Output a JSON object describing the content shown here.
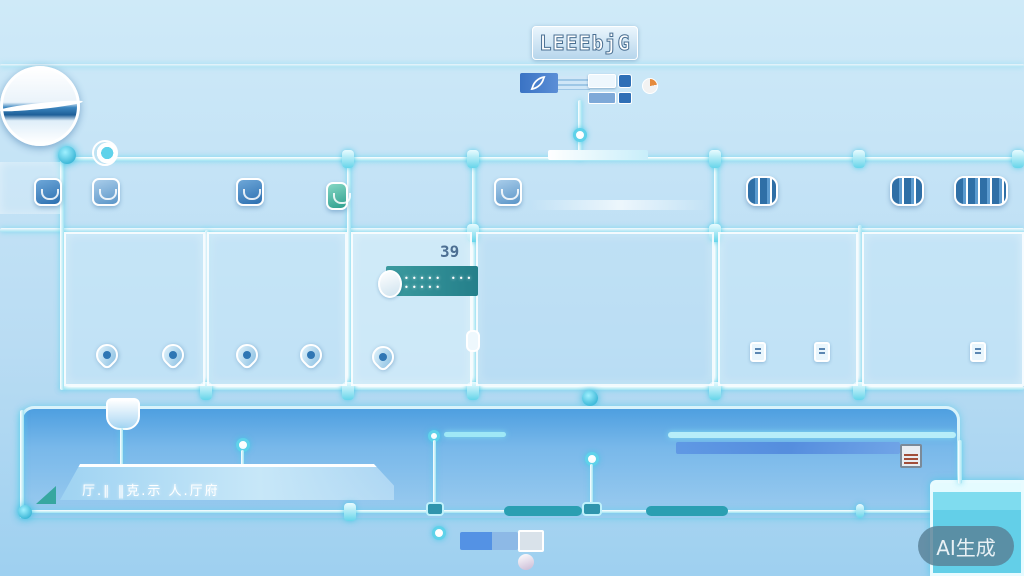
{
  "header": {
    "logo_text": "LEEEbjG",
    "logo_note": "illegible stylized logo glyphs"
  },
  "top_bar": {
    "left_tabs": [
      "",
      "",
      "",
      ""
    ],
    "widget_value": ""
  },
  "row1_tiles": {
    "icons": [
      "tile-icon-1",
      "tile-icon-2",
      "tile-icon-3",
      "tile-icon-4",
      "tile-icon-5"
    ],
    "clusters": [
      "cluster-1",
      "cluster-2",
      "cluster-3"
    ]
  },
  "middle_card": {
    "number": "39",
    "dots_text": "•••••  •••  •••••"
  },
  "bottom_panel": {
    "ticker_text": "厅.∥ ‖克.示 人.厅府",
    "ticker_note": "illegible pseudo-text"
  },
  "watermark": {
    "label": "AI生成"
  },
  "colors": {
    "background_top": "#cfeaf8",
    "background_bottom": "#9ed0f0",
    "rail": "#5fd2ea",
    "icon_blue": "#2c6fb0",
    "teal_bar": "#2a9fb2",
    "watermark_bg": "#5f8aa3"
  }
}
